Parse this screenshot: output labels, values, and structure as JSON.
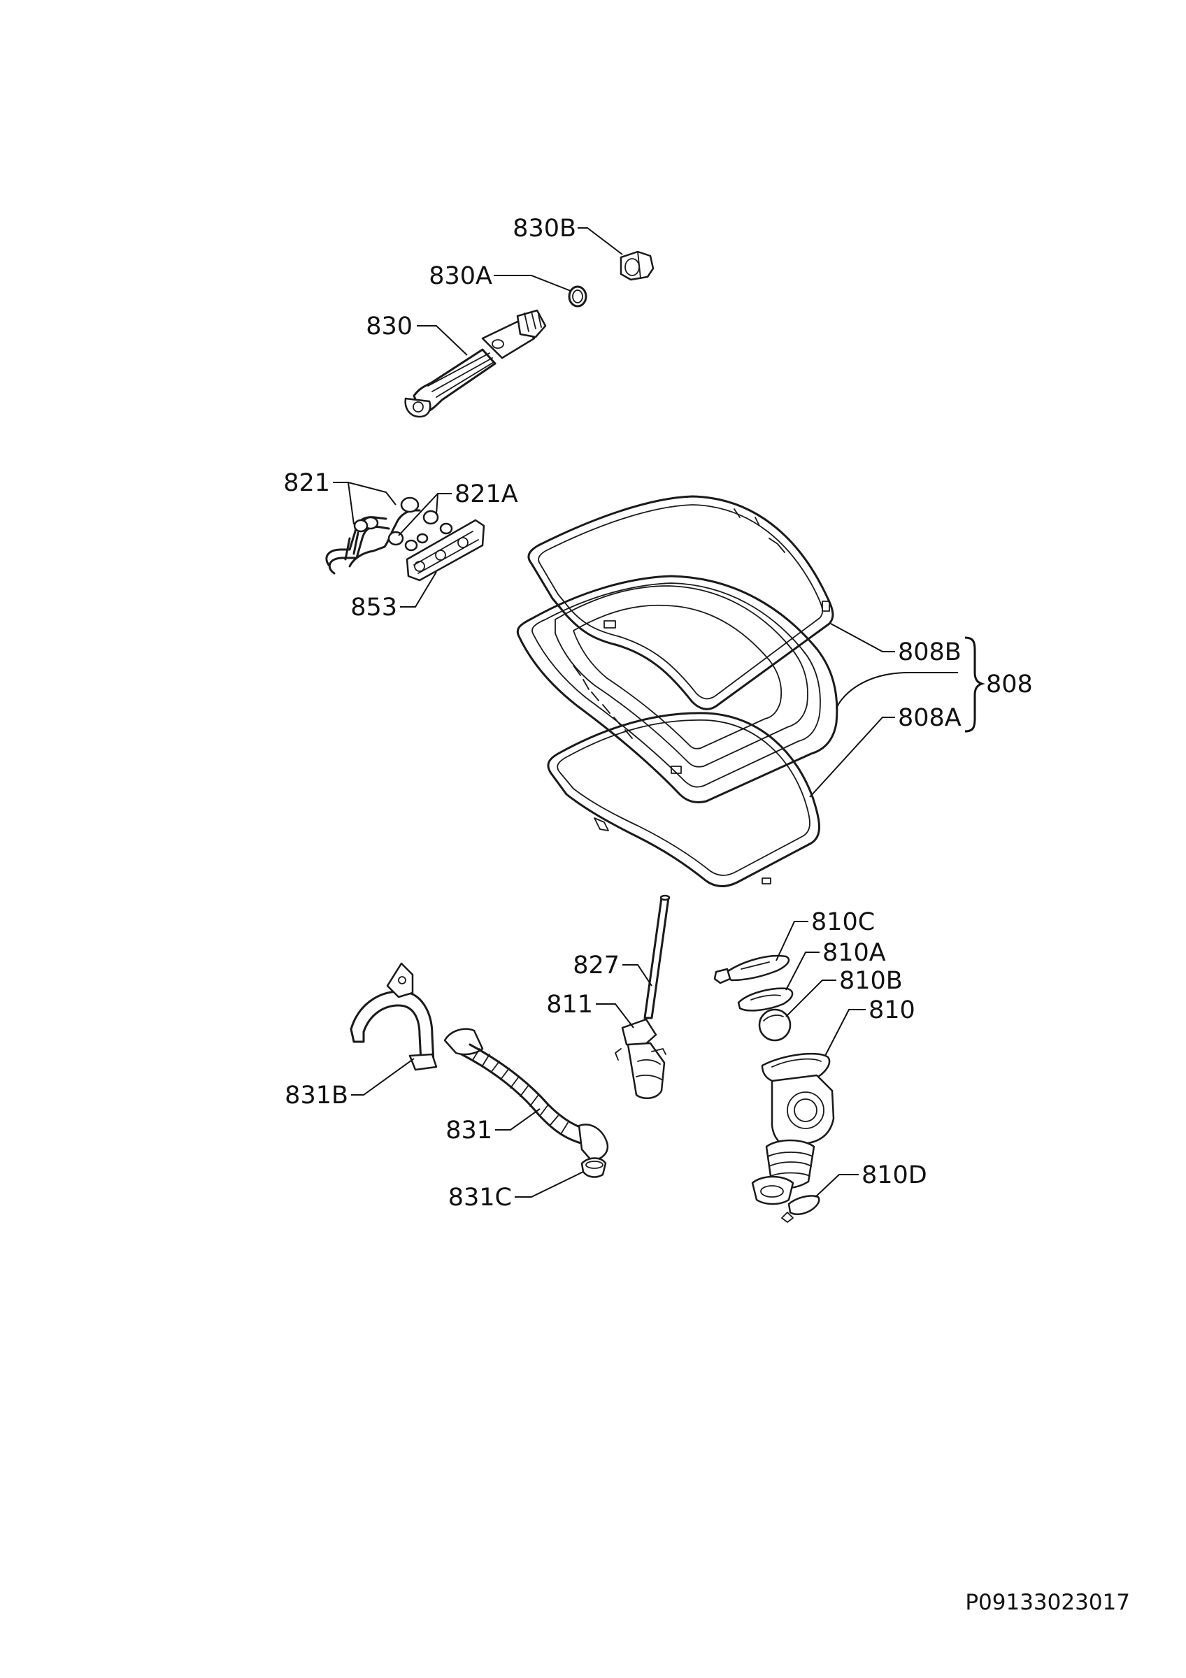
{
  "diagram": {
    "labels": {
      "l830B": "830B",
      "l830A": "830A",
      "l830": "830",
      "l821": "821",
      "l821A": "821A",
      "l853": "853",
      "l808B": "808B",
      "l808": "808",
      "l808A": "808A",
      "l810C": "810C",
      "l810A": "810A",
      "l810B": "810B",
      "l810": "810",
      "l827": "827",
      "l811": "811",
      "l831B": "831B",
      "l831": "831",
      "l831C": "831C",
      "l810D": "810D"
    },
    "drawing_code": "P09133023017"
  },
  "colors": {
    "ink": "#1a1a1a",
    "background": "#ffffff"
  }
}
